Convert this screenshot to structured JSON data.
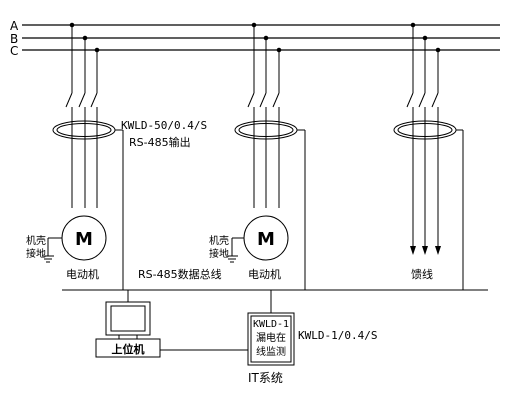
{
  "bus": {
    "phase_a": "A",
    "phase_b": "B",
    "phase_c": "C"
  },
  "sensor": {
    "model": "KWLD-50/0.4/S",
    "output": "RS-485输出"
  },
  "loads": {
    "motor_symbol": "M",
    "motor1_label": "电动机",
    "motor2_label": "电动机",
    "feeder_label": "馈线",
    "housing_ground": "机壳",
    "housing_ground_2": "接地"
  },
  "network": {
    "bus_label": "RS-485数据总线",
    "host_label": "上位机"
  },
  "monitor": {
    "name": "KWLD-1",
    "desc_line1": "漏电在",
    "desc_line2": "线监测",
    "model": "KWLD-1/0.4/S",
    "system_label": "IT系统"
  }
}
